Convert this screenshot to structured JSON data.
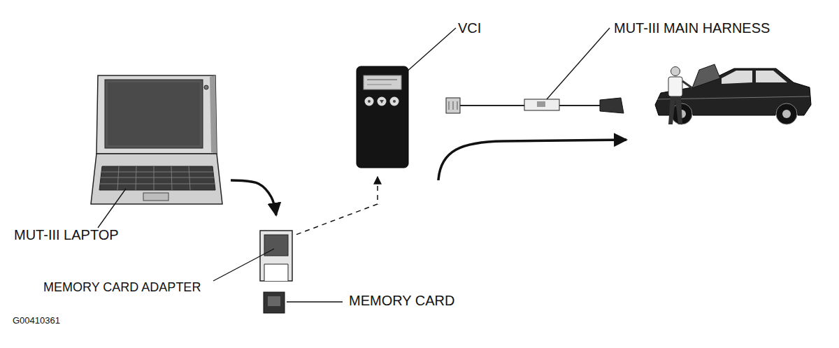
{
  "diagram": {
    "nodes": [
      {
        "text": [
          "MUT-III LAPTOP"
        ]
      },
      {
        "text": [
          "VCI"
        ]
      },
      {
        "text": [
          "MUT-III MAIN HARNESS"
        ]
      },
      {
        "text": [
          "MEMORY CARD ADAPTER"
        ]
      },
      {
        "text": [
          "MEMORY CARD"
        ]
      }
    ],
    "edges": [
      {
        "from": 0,
        "to": 3,
        "arrow": "to"
      },
      {
        "from": 3,
        "to": 1,
        "arrow": "to"
      }
    ],
    "labels": [
      "G00410361"
    ]
  }
}
